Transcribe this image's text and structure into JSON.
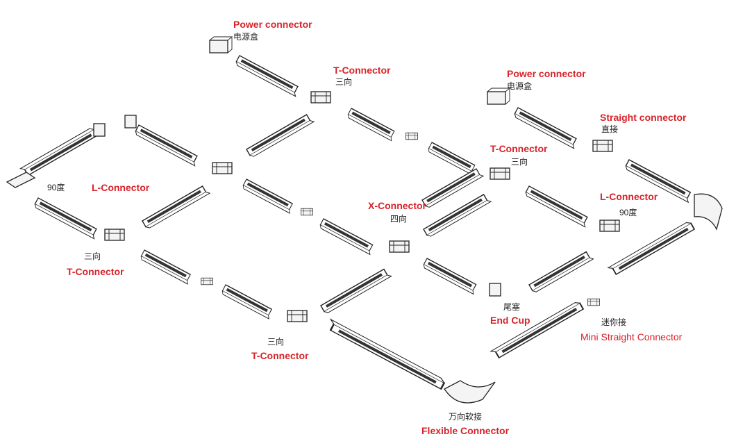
{
  "colors": {
    "label_en": "#d8232a",
    "label_cn": "#222222",
    "track_outline": "#222222"
  },
  "labels": {
    "power_connector_1": {
      "en": "Power connector",
      "cn": "电源盒"
    },
    "t_connector_top": {
      "en": "T-Connector",
      "cn": "三向"
    },
    "power_connector_2": {
      "en": "Power connector",
      "cn": "电源盒"
    },
    "straight_connector": {
      "en": "Straight connector",
      "cn": "直接"
    },
    "t_connector_mid": {
      "en": "T-Connector",
      "cn": "三向"
    },
    "l_connector_left": {
      "en": "L-Connector",
      "cn": "90度"
    },
    "l_connector_right": {
      "en": "L-Connector",
      "cn": "90度"
    },
    "x_connector": {
      "en": "X-Connector",
      "cn": "四向"
    },
    "t_connector_left": {
      "en": "T-Connector",
      "cn": "三向"
    },
    "end_cup": {
      "en": "End Cup",
      "cn": "尾塞"
    },
    "mini_straight": {
      "en": "Mini Straight Connector",
      "cn": "迷你接"
    },
    "t_connector_bottom": {
      "en": "T-Connector",
      "cn": "三向"
    },
    "flexible_connector": {
      "en": "Flexible Connector",
      "cn": "万向软接"
    }
  }
}
